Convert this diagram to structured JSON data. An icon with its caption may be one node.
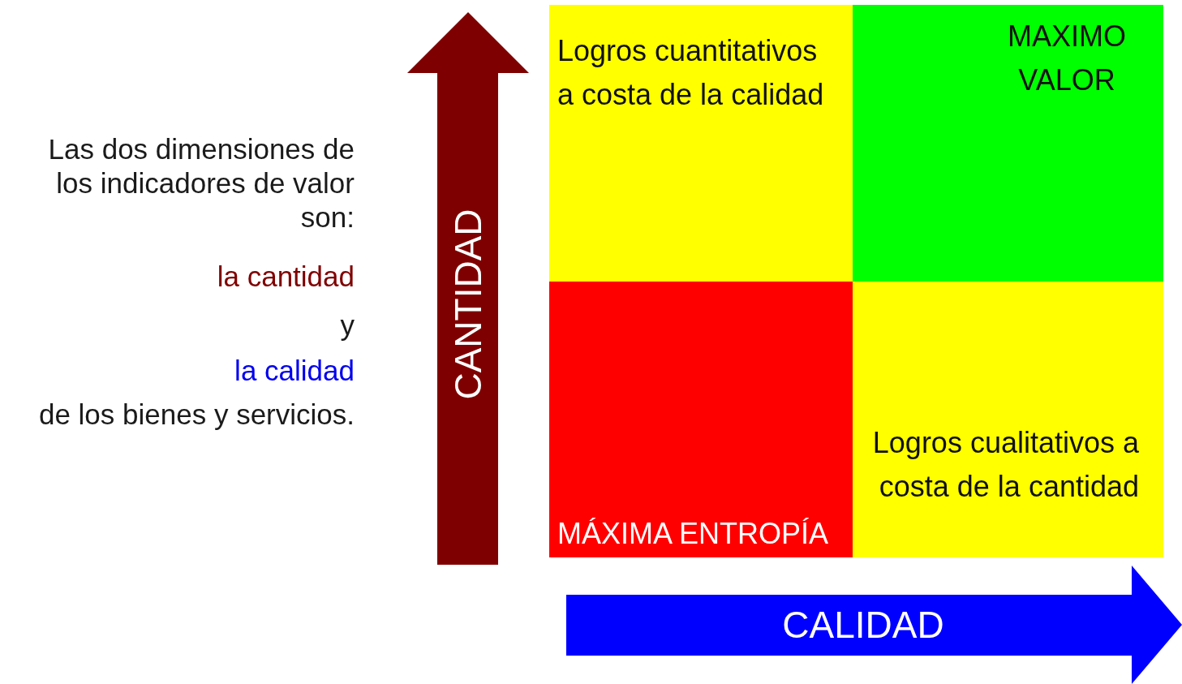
{
  "diagram": {
    "nodes": [
      {
        "text": [
          "CANTIDAD"
        ]
      },
      {
        "text": [
          "Logros cuantitativos a costa de la calidad"
        ]
      },
      {
        "text": [
          "MAXIMO VALOR"
        ]
      },
      {
        "text": [
          "MÁXIMA ENTROPÍA"
        ]
      },
      {
        "text": [
          "Logros cualitativos a costa de la cantidad"
        ]
      },
      {
        "text": [
          "CALIDAD"
        ]
      }
    ],
    "edges": [],
    "labels": [
      "Las dos dimensiones de los indicadores de valor son:",
      "la cantidad",
      "y",
      "la calidad",
      "de los bienes y servicios."
    ]
  }
}
